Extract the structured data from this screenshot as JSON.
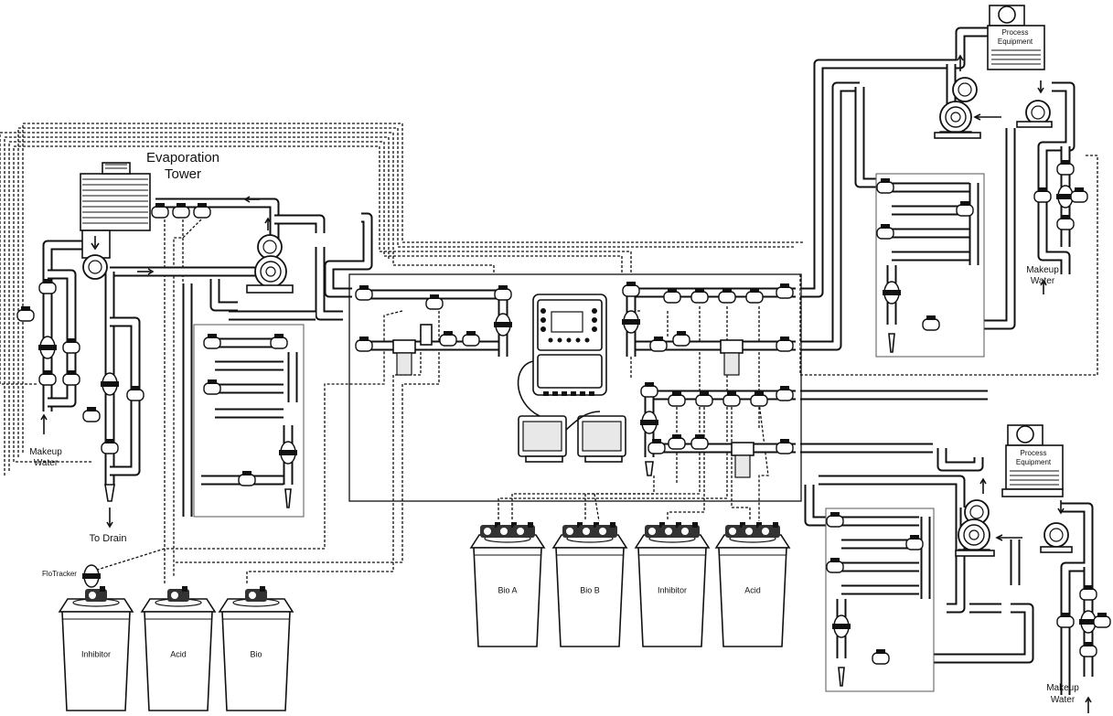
{
  "labels": {
    "tower_title": "Evaporation Tower",
    "makeup_water_left": "Makeup Water",
    "to_drain": "To Drain",
    "flotracker": "FloTracker",
    "process_equipment_top": "Process Equipment",
    "makeup_water_top_right": "Makeup Water",
    "process_equipment_bottom": "Process Equipment",
    "makeup_water_bottom_right": "Makeup Water"
  },
  "tanks_left": [
    "Inhibitor",
    "Acid",
    "Bio"
  ],
  "tanks_center": [
    "Bio A",
    "Bio B",
    "Inhibitor",
    "Acid"
  ],
  "colors": {
    "line": "#111111",
    "panel": "#555555",
    "fill": "#ffffff"
  }
}
